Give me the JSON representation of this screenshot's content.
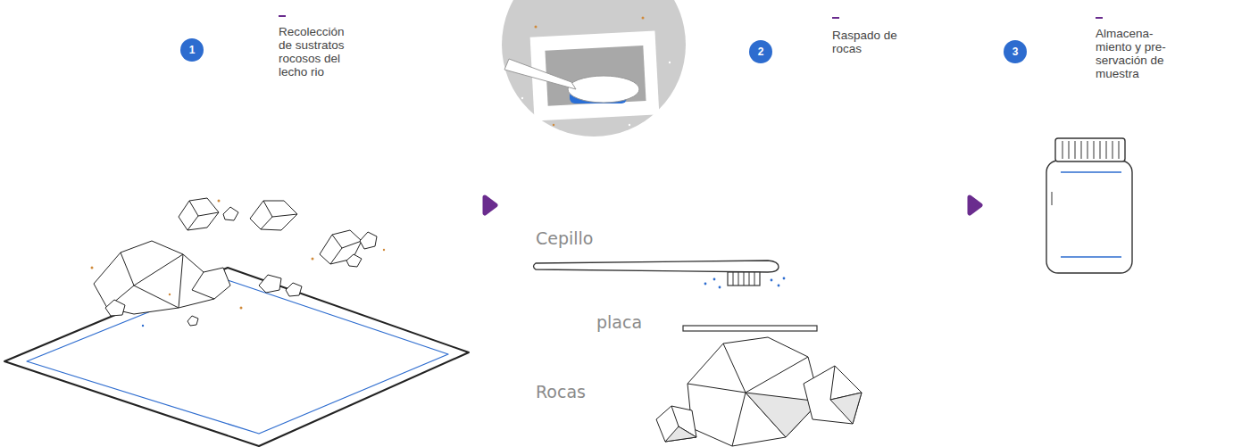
{
  "diagram": {
    "nodes": [
      {
        "text": [
          "1",
          "Recolección de sustratos rocosos del lecho rio"
        ]
      },
      {
        "text": [
          "2",
          "Raspado de rocas"
        ]
      },
      {
        "text": [
          "3",
          "Almacena- miento y pre- servación de muestra"
        ]
      }
    ],
    "labels": [
      "Cepillo",
      "placa",
      "Rocas"
    ]
  }
}
